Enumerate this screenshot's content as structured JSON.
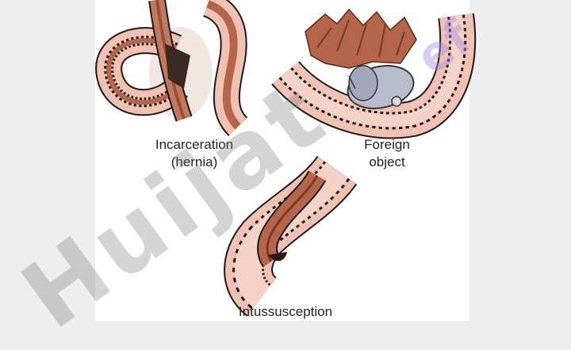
{
  "captions": {
    "incarceration_line1": "Incarceration",
    "incarceration_line2": "(hernia)",
    "foreign_line1": "Foreign",
    "foreign_line2": "object",
    "intussusception": "Intussusception"
  },
  "watermark": {
    "text": "Huijat",
    "second_fragment": "ef"
  },
  "colors": {
    "bowel_wall": "#f1c2b4",
    "muscle": "#b5654a",
    "mucosa_line": "#1a1a1a",
    "foreign_object": "#b9bccc",
    "watermark_gray": "#8c8c8c",
    "watermark_violet": "#b49cf0"
  }
}
